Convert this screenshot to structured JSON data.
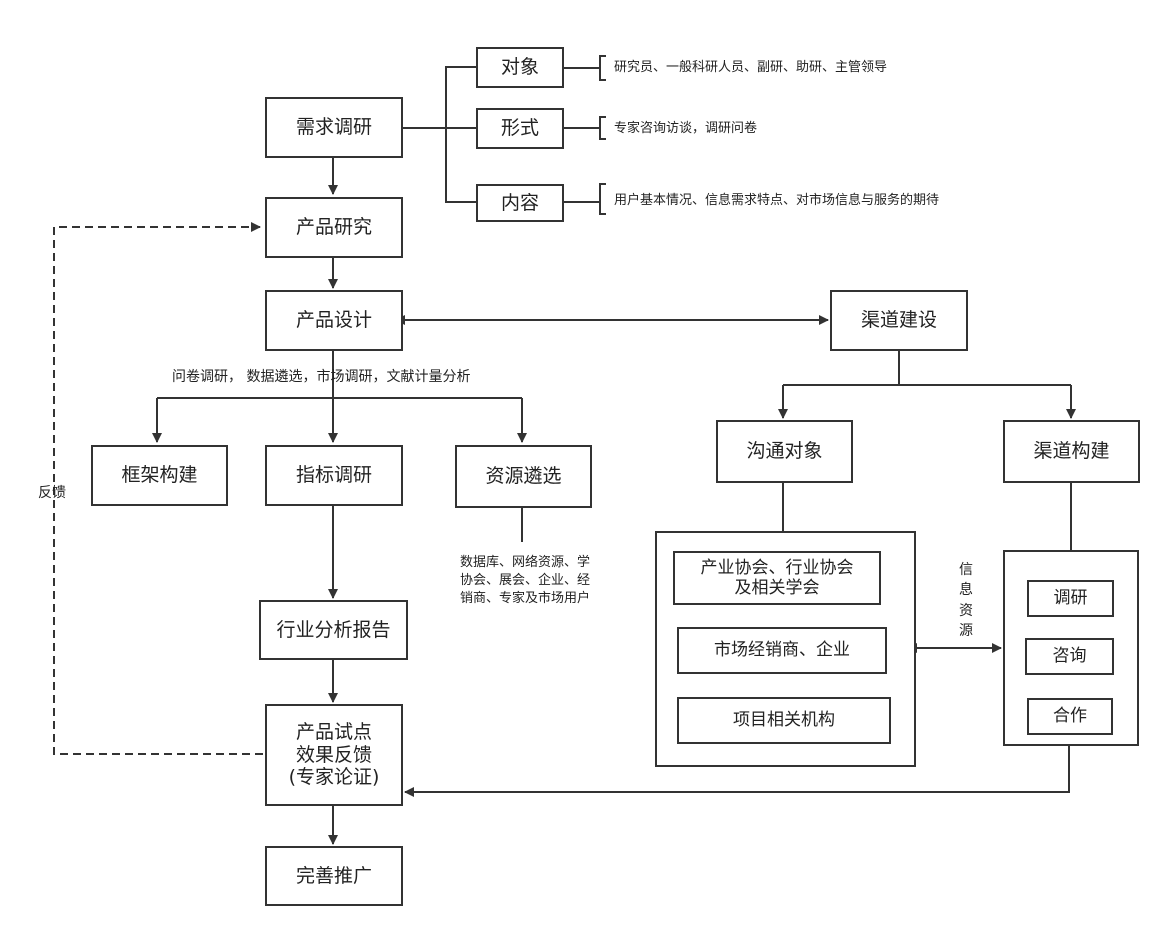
{
  "nodes": {
    "demand_research": "需求调研",
    "target": "对象",
    "form": "形式",
    "content": "内容",
    "product_research": "产品研究",
    "product_design": "产品设计",
    "channel_construction": "渠道建设",
    "framework": "框架构建",
    "indicator_research": "指标调研",
    "resource_selection": "资源遴选",
    "communication_target": "沟通对象",
    "channel_build": "渠道构建",
    "industry_report": "行业分析报告",
    "pilot_line1": "产品试点",
    "pilot_line2": "效果反馈",
    "pilot_line3": "(专家论证)",
    "improve_promote": "完善推广",
    "assoc_line1": "产业协会、行业协会",
    "assoc_line2": "及相关学会",
    "market_dealers": "市场经销商、企业",
    "project_orgs": "项目相关机构",
    "survey": "调研",
    "consult": "咨询",
    "cooperate": "合作"
  },
  "labels": {
    "target_detail": "研究员、一般科研人员、副研、助研、主管领导",
    "form_detail": "专家咨询访谈，调研问卷",
    "content_detail": "用户基本情况、信息需求特点、对市场信息与服务的期待",
    "methods": "问卷调研， 数据遴选，市场调研，文献计量分析",
    "resource_line1": "数据库、网络资源、学",
    "resource_line2": "协会、展会、企业、经",
    "resource_line3": "销商、专家及市场用户",
    "feedback": "反馈",
    "info_resource": [
      "信",
      "息",
      "资",
      "源"
    ]
  },
  "colors": {
    "line": "#333333",
    "border": "#333333",
    "text": "#222222"
  }
}
